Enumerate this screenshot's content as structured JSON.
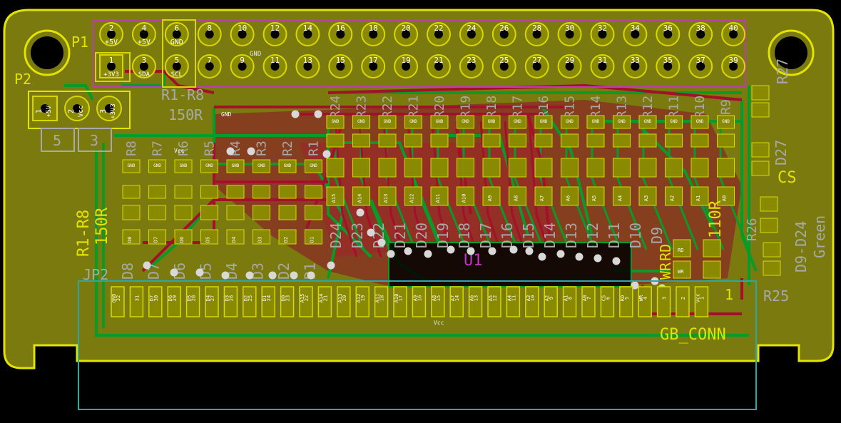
{
  "colors": {
    "background": "#000000",
    "board": "#7a7a0e",
    "outline": "#e3e300",
    "copper_front": "#a3102a",
    "copper_back": "#0a9a2a",
    "pad": "#8a8a00",
    "pad_edge": "#d8d800",
    "mask_magenta": "#c236c2",
    "fab_outline": "#2aa7a7",
    "via": "#d8d8d8",
    "silk_grey": "#a9a9a9"
  },
  "header": {
    "ref": "P1",
    "top_row": [
      "2",
      "4",
      "6",
      "8",
      "10",
      "12",
      "14",
      "16",
      "18",
      "20",
      "22",
      "24",
      "26",
      "28",
      "30",
      "32",
      "34",
      "36",
      "38",
      "40"
    ],
    "bottom_row": [
      "1",
      "3",
      "5",
      "7",
      "9",
      "11",
      "13",
      "15",
      "17",
      "19",
      "21",
      "23",
      "25",
      "27",
      "29",
      "31",
      "33",
      "35",
      "37",
      "39"
    ],
    "top_nets": [
      "+5V",
      "+5V",
      "GND"
    ],
    "bottom_nets": [
      "+3V3",
      "SDA",
      "SCL"
    ],
    "gnd_trace_label": "GND"
  },
  "power": {
    "ref": "P2",
    "pins": [
      "1",
      "2",
      "3"
    ],
    "nets": [
      "+5V",
      "Vcc",
      "+3V3"
    ],
    "box_labels": [
      "5",
      "3"
    ]
  },
  "labels": {
    "r1_r8_top": "R1-R8",
    "r_150r_top": "150R",
    "r1_r8_side": "R1-R8",
    "r_150r_side": "150R",
    "jp2": "JP2",
    "gb_conn": "GB_CONN",
    "cs": "CS",
    "r_110r": "110R",
    "d9_d24": "D9-D24",
    "green": "Green",
    "r25": "R25",
    "r26": "R26",
    "r27": "R27",
    "d27": "D27",
    "u1": "U1",
    "wr": "WR",
    "rd": "RD",
    "vcc_label": "Vcc",
    "gnd_label": "GND",
    "pin1": "1"
  },
  "resistors_top": [
    "R24",
    "R23",
    "R22",
    "R21",
    "R20",
    "R19",
    "R18",
    "R17",
    "R16",
    "R15",
    "R14",
    "R13",
    "R12",
    "R11",
    "R10",
    "R9"
  ],
  "resistors_left": [
    "R8",
    "R7",
    "R6",
    "R5",
    "R4",
    "R3",
    "R2",
    "R1"
  ],
  "leds_left": [
    "D8",
    "D7",
    "D6",
    "D5",
    "D4",
    "D3",
    "D2",
    "D1"
  ],
  "leds_mid": [
    "D24",
    "D23",
    "D22",
    "D21",
    "D20",
    "D19",
    "D18",
    "D17",
    "D16",
    "D15",
    "D14",
    "D13",
    "D12",
    "D11",
    "D10",
    "D9"
  ],
  "led_pads_mid": [
    "A15",
    "A14",
    "A13",
    "A12",
    "A11",
    "A10",
    "A9",
    "A8",
    "A7",
    "A6",
    "A5",
    "A4",
    "A3",
    "A2",
    "A1",
    "A0"
  ],
  "gb_pins": {
    "numbers": [
      "32",
      "31",
      "30",
      "29",
      "28",
      "27",
      "26",
      "25",
      "24",
      "23",
      "22",
      "21",
      "20",
      "19",
      "18",
      "17",
      "16",
      "15",
      "14",
      "13",
      "12",
      "11",
      "10",
      "9",
      "8",
      "7",
      "6",
      "5",
      "4",
      "3",
      "2",
      "1"
    ],
    "nets": [
      "GND",
      "",
      "D7",
      "D6",
      "D5",
      "D4",
      "D3",
      "D2",
      "D1",
      "D0",
      "A15",
      "A14",
      "A13",
      "A12",
      "A11",
      "A10",
      "A9",
      "A8",
      "A7",
      "A6",
      "A5",
      "A4",
      "A3",
      "A2",
      "A1",
      "A0",
      "CS",
      "RD",
      "WR",
      "",
      "",
      "Vcc"
    ],
    "bottom_label": "Vcc"
  }
}
